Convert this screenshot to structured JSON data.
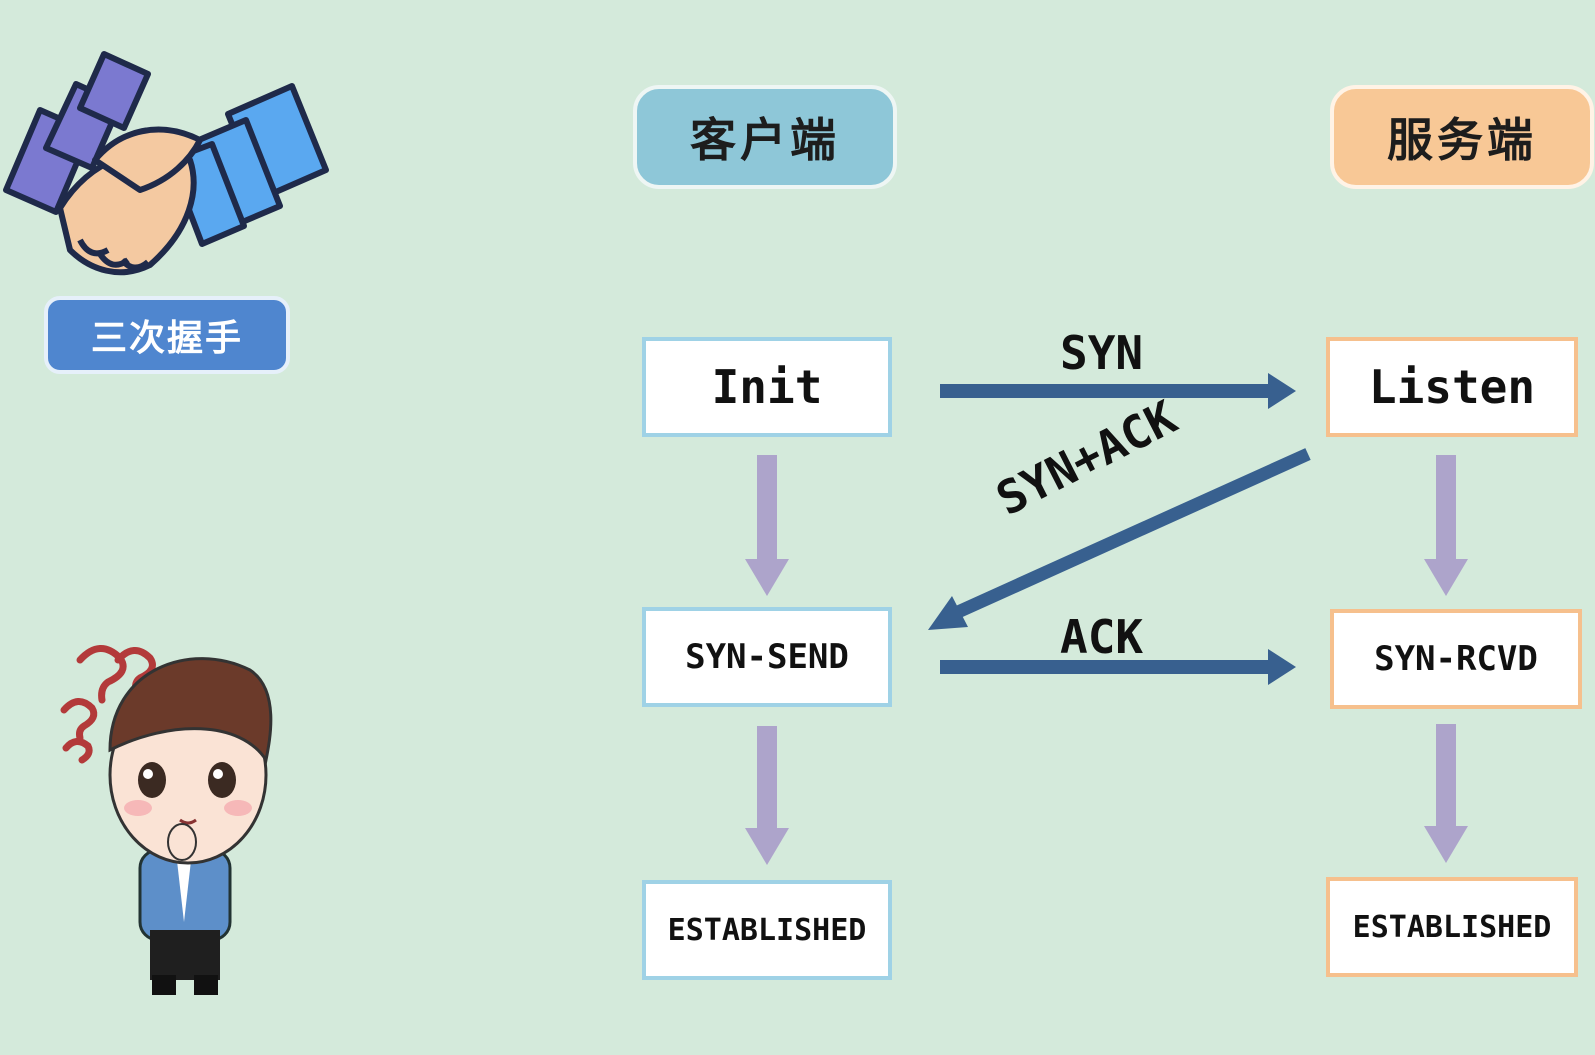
{
  "diagram": {
    "client_header": "客户端",
    "server_header": "服务端",
    "client_states": [
      "Init",
      "SYN-SEND",
      "ESTABLISHED"
    ],
    "server_states": [
      "Listen",
      "SYN-RCVD",
      "ESTABLISHED"
    ],
    "messages": {
      "syn": "SYN",
      "syn_ack": "SYN+ACK",
      "ack": "ACK"
    }
  },
  "badge": {
    "label": "三次握手"
  },
  "colors": {
    "background": "#d4eadb",
    "client_header": "#8ec7d8",
    "server_header": "#f8c896",
    "message_arrow": "#38608f",
    "transition_arrow": "#ada4cb",
    "badge": "#4f86cf"
  },
  "illustrations": [
    "handshake-icon",
    "thinking-person-icon"
  ]
}
